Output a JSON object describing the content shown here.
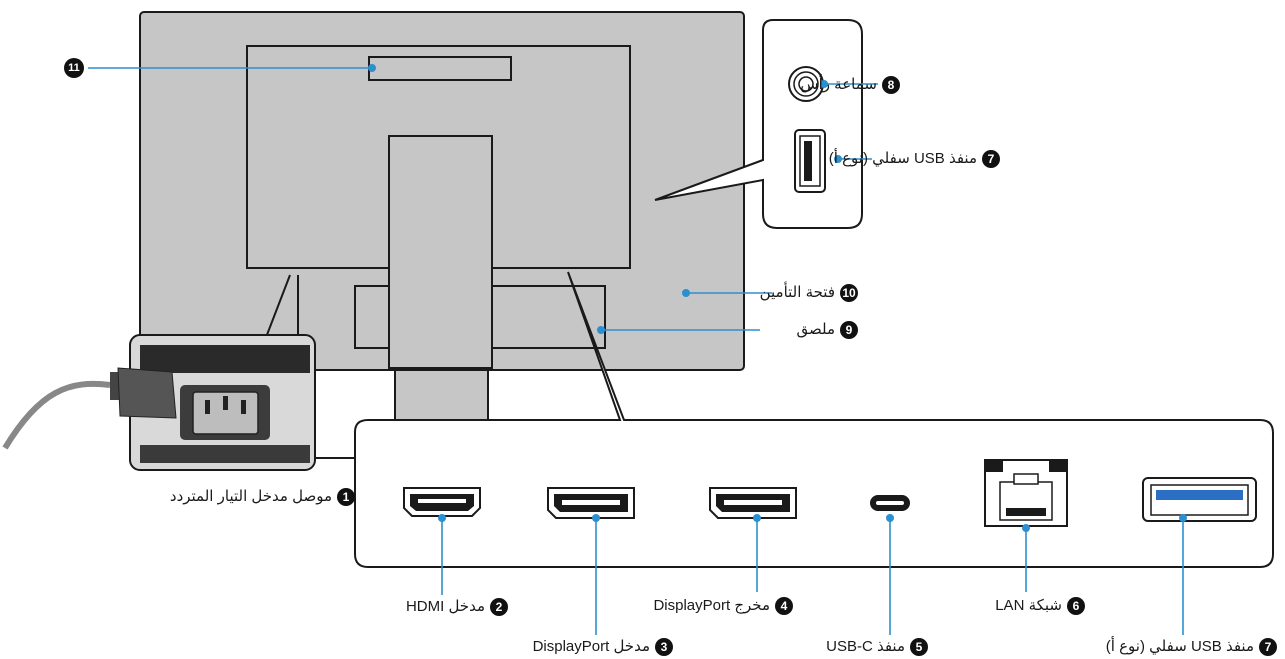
{
  "labels": {
    "l1": {
      "num": "1",
      "text": "موصل مدخل التيار المتردد"
    },
    "l2": {
      "num": "2",
      "text": "مدخل HDMI"
    },
    "l3": {
      "num": "3",
      "text": "مدخل DisplayPort"
    },
    "l4": {
      "num": "4",
      "text": "مخرج DisplayPort"
    },
    "l5": {
      "num": "5",
      "text": "منفذ USB-C"
    },
    "l6": {
      "num": "6",
      "text": "شبكة LAN"
    },
    "l7a": {
      "num": "7",
      "text": "منفذ USB سفلي (نوع أ)"
    },
    "l7b": {
      "num": "7",
      "text": "منفذ USB سفلي (نوع أ)"
    },
    "l8": {
      "num": "8",
      "text": "سماعة رأس"
    },
    "l9": {
      "num": "9",
      "text": "ملصق"
    },
    "l10": {
      "num": "10",
      "text": "فتحة التأمين"
    },
    "l11": {
      "num": "11"
    }
  },
  "colors": {
    "leader": "#2b8fd0",
    "monitor_fill": "#c6c6c6",
    "outline": "#1a1a1a",
    "badge": "#111111"
  }
}
